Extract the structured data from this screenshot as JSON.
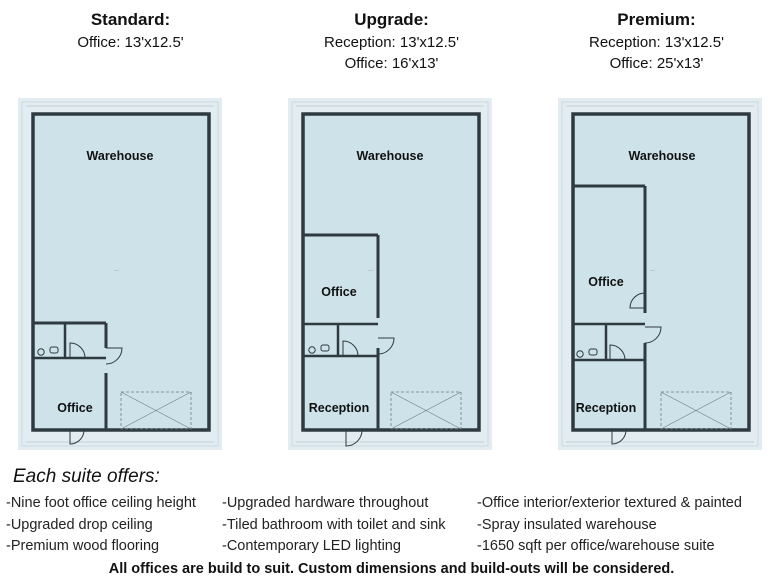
{
  "plans": [
    {
      "title": "Standard:",
      "specs": [
        "Office: 13'x12.5'"
      ],
      "rooms": {
        "warehouse": "Warehouse",
        "front": "Office"
      }
    },
    {
      "title": "Upgrade:",
      "specs": [
        "Reception: 13'x12.5'",
        "Office: 16'x13'"
      ],
      "rooms": {
        "warehouse": "Warehouse",
        "office": "Office",
        "front": "Reception"
      }
    },
    {
      "title": "Premium:",
      "specs": [
        "Reception: 13'x12.5'",
        "Office: 25'x13'"
      ],
      "rooms": {
        "warehouse": "Warehouse",
        "office": "Office",
        "front": "Reception"
      }
    }
  ],
  "offers": {
    "title": "Each suite offers:",
    "columns": [
      [
        "-Nine foot office ceiling height",
        "-Upgraded drop ceiling",
        "-Premium wood flooring"
      ],
      [
        "-Upgraded hardware throughout",
        "-Tiled bathroom with toilet and sink",
        "-Contemporary LED lighting"
      ],
      [
        "-Office interior/exterior textured & painted",
        "-Spray insulated warehouse",
        "-1650 sqft per office/warehouse suite"
      ]
    ]
  },
  "footer": "All offices are build to suit.  Custom dimensions and build-outs will be considered.",
  "colors": {
    "floor_fill": "#cde3e9",
    "wall": "#2f3a40",
    "grid_bg": "#dde9ee"
  }
}
